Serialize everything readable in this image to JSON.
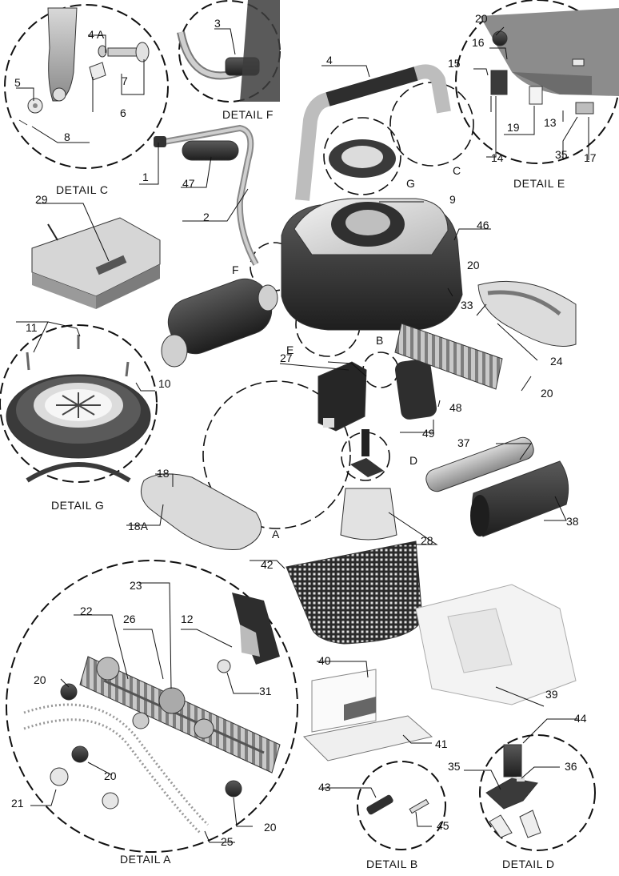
{
  "details": {
    "a": "DETAIL A",
    "b": "DETAIL B",
    "c": "DETAIL C",
    "d": "DETAIL D",
    "e": "DETAIL E",
    "f": "DETAIL F",
    "g": "DETAIL G"
  },
  "callouts": {
    "c1": "1",
    "c2": "2",
    "c3": "3",
    "c4": "4",
    "c4a": "4 A",
    "c5": "5",
    "c6": "6",
    "c7": "7",
    "c8": "8",
    "c9": "9",
    "c10": "10",
    "c11": "11",
    "c12": "12",
    "c13": "13",
    "c14": "14",
    "c15": "15",
    "c16": "16",
    "c17": "17",
    "c18": "18",
    "c18a": "18A",
    "c19": "19",
    "c20a": "20",
    "c20b": "20",
    "c20c": "20",
    "c20d": "20",
    "c20e": "20",
    "c20f": "20",
    "c21": "21",
    "c22": "22",
    "c23": "23",
    "c24": "24",
    "c25": "25",
    "c26": "26",
    "c27": "27",
    "c28": "28",
    "c29": "29",
    "c31": "31",
    "c33": "33",
    "c35a": "35",
    "c35b": "35",
    "c36": "36",
    "c37": "37",
    "c38": "38",
    "c39": "39",
    "c40": "40",
    "c41": "41",
    "c42": "42",
    "c43": "43",
    "c44": "44",
    "c45": "45",
    "c46": "46",
    "c47": "47",
    "c48": "48",
    "c49": "49"
  },
  "markers": {
    "a": "A",
    "b": "B",
    "c": "C",
    "d": "D",
    "e": "E",
    "f": "F",
    "g": "G"
  }
}
